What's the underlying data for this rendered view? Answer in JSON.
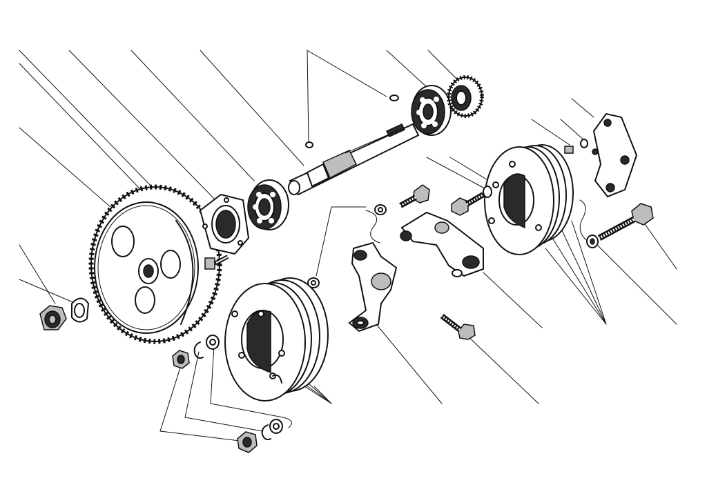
{
  "diagram": {
    "type": "exploded-assembly-drawing",
    "colors": {
      "ink": "#111111",
      "paper": "#ffffff",
      "shade": "#bdbdbd"
    },
    "parts": [
      "drive-gear",
      "gear-nut",
      "lock-washer",
      "shaft",
      "shaft-key",
      "woodruff-key",
      "flange-bearing-housing",
      "ball-bearing-left",
      "ball-bearing-right",
      "roller-bearing",
      "flange-bolt",
      "centrifugal-weight-left",
      "centrifugal-weight-right",
      "weight-arm-left",
      "weight-arm-right",
      "pivot-bolt-short",
      "pivot-bolt-long",
      "mounting-bolt-right",
      "cap-screw",
      "spring-bracket",
      "washers",
      "nuts",
      "circlips"
    ]
  }
}
